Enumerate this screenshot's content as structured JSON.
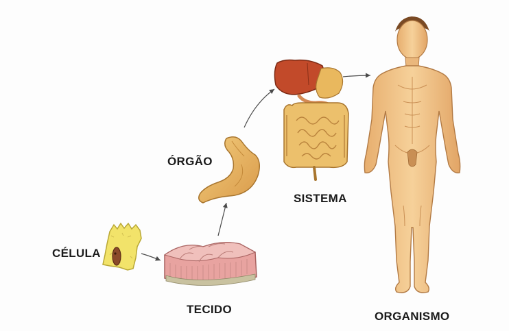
{
  "diagram": {
    "stages": [
      {
        "id": "cell",
        "label": "CÉLULA"
      },
      {
        "id": "tissue",
        "label": "TECIDO"
      },
      {
        "id": "organ",
        "label": "ÓRGÃO"
      },
      {
        "id": "system",
        "label": "SISTEMA"
      },
      {
        "id": "organism",
        "label": "ORGANISMO"
      }
    ],
    "flow": [
      "cell",
      "tissue",
      "organ",
      "system",
      "organism"
    ],
    "colors": {
      "label_text": "#1b1b1b",
      "arrow": "#4a4a4a",
      "cell_fill": "#f2e36a",
      "cell_nucleus": "#8a4a2a",
      "tissue_fill": "#e8a3a0",
      "organ_fill": "#e9b85e",
      "liver_fill": "#c24a2a",
      "intestine_fill": "#ecc06c",
      "skin_fill": "#f0c48a",
      "skin_shade": "#d99a5c",
      "hair_fill": "#7a4a24"
    }
  }
}
